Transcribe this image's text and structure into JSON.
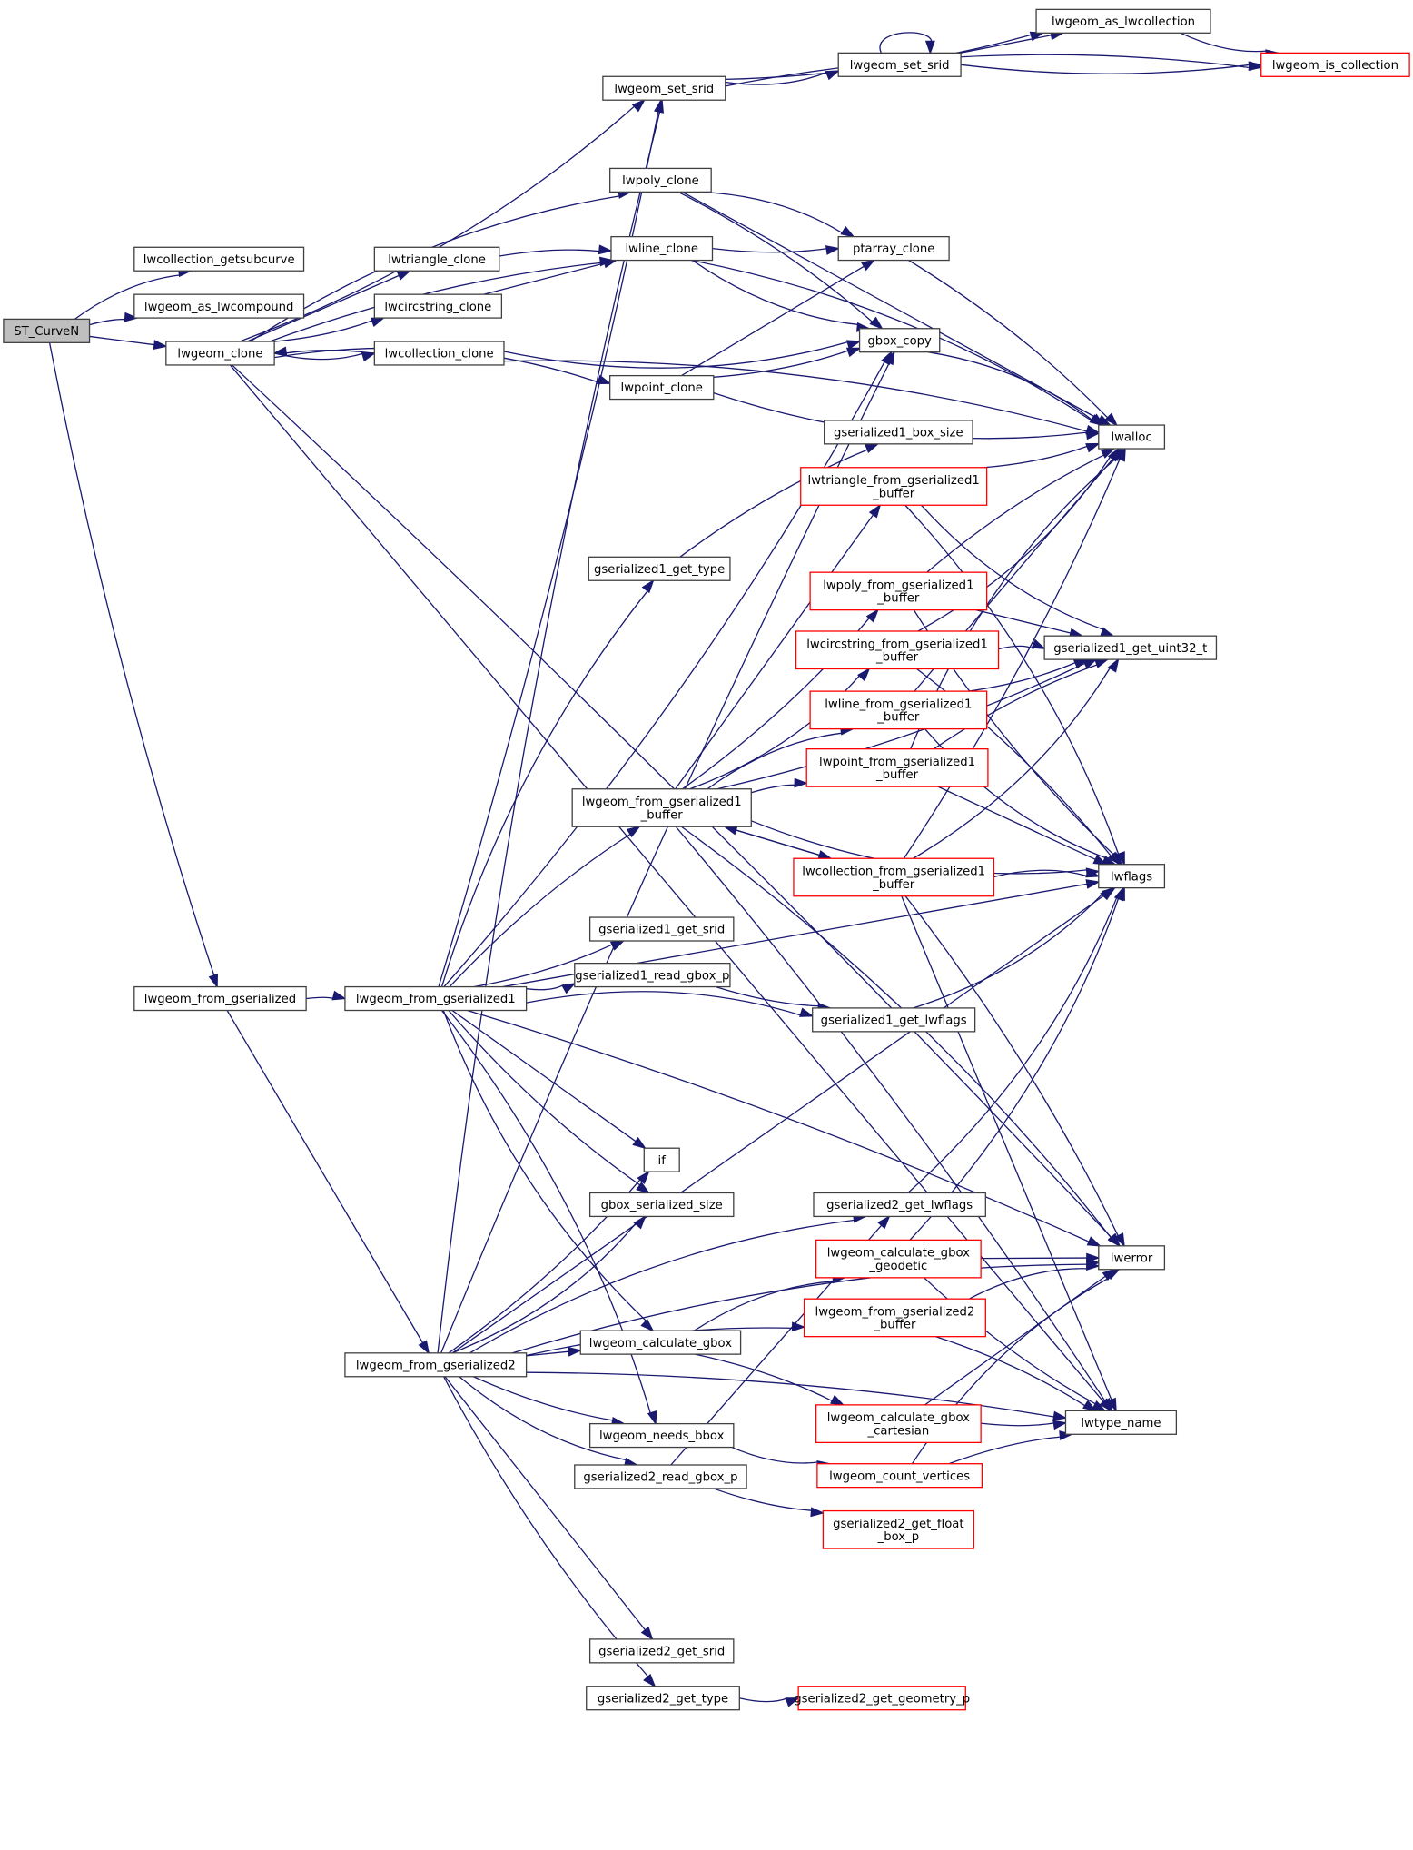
{
  "title": "Call graph for ST_CurveN",
  "colors": {
    "edge": "#191970",
    "node_border": "#404040",
    "truncated_node_border": "#ff0000",
    "root_fill": "#bfbfbf",
    "node_fill": "#ffffff"
  },
  "nodes": [
    {
      "id": "ST_CurveN",
      "label": [
        "ST_CurveN"
      ],
      "style": "root"
    },
    {
      "id": "lwcollection_getsubcurve",
      "label": [
        "lwcollection_getsubcurve"
      ],
      "style": "normal"
    },
    {
      "id": "lwgeom_as_lwcompound",
      "label": [
        "lwgeom_as_lwcompound"
      ],
      "style": "normal"
    },
    {
      "id": "lwgeom_clone",
      "label": [
        "lwgeom_clone"
      ],
      "style": "normal"
    },
    {
      "id": "lwgeom_set_srid_a",
      "label": [
        "lwgeom_set_srid"
      ],
      "style": "normal"
    },
    {
      "id": "lwgeom_as_lwcollection",
      "label": [
        "lwgeom_as_lwcollection"
      ],
      "style": "normal"
    },
    {
      "id": "lwgeom_set_srid_b",
      "label": [
        "lwgeom_set_srid"
      ],
      "style": "normal"
    },
    {
      "id": "lwgeom_is_collection",
      "label": [
        "lwgeom_is_collection"
      ],
      "style": "red"
    },
    {
      "id": "lwpoly_clone",
      "label": [
        "lwpoly_clone"
      ],
      "style": "normal"
    },
    {
      "id": "lwtriangle_clone",
      "label": [
        "lwtriangle_clone"
      ],
      "style": "normal"
    },
    {
      "id": "lwline_clone",
      "label": [
        "lwline_clone"
      ],
      "style": "normal"
    },
    {
      "id": "ptarray_clone",
      "label": [
        "ptarray_clone"
      ],
      "style": "normal"
    },
    {
      "id": "lwcircstring_clone",
      "label": [
        "lwcircstring_clone"
      ],
      "style": "normal"
    },
    {
      "id": "lwcollection_clone",
      "label": [
        "lwcollection_clone"
      ],
      "style": "normal"
    },
    {
      "id": "gbox_copy",
      "label": [
        "gbox_copy"
      ],
      "style": "normal"
    },
    {
      "id": "lwpoint_clone",
      "label": [
        "lwpoint_clone"
      ],
      "style": "normal"
    },
    {
      "id": "lwalloc",
      "label": [
        "lwalloc"
      ],
      "style": "normal"
    },
    {
      "id": "gserialized1_box_size",
      "label": [
        "gserialized1_box_size"
      ],
      "style": "normal"
    },
    {
      "id": "lwtriangle_from_gserialized1_buffer",
      "label": [
        "lwtriangle_from_gserialized1",
        "_buffer"
      ],
      "style": "red"
    },
    {
      "id": "gserialized1_get_type",
      "label": [
        "gserialized1_get_type"
      ],
      "style": "normal"
    },
    {
      "id": "lwpoly_from_gserialized1_buffer",
      "label": [
        "lwpoly_from_gserialized1",
        "_buffer"
      ],
      "style": "red"
    },
    {
      "id": "lwcircstring_from_gserialized1_buffer",
      "label": [
        "lwcircstring_from_gserialized1",
        "_buffer"
      ],
      "style": "red"
    },
    {
      "id": "gserialized1_get_uint32_t",
      "label": [
        "gserialized1_get_uint32_t"
      ],
      "style": "normal"
    },
    {
      "id": "lwline_from_gserialized1_buffer",
      "label": [
        "lwline_from_gserialized1",
        "_buffer"
      ],
      "style": "red"
    },
    {
      "id": "lwpoint_from_gserialized1_buffer",
      "label": [
        "lwpoint_from_gserialized1",
        "_buffer"
      ],
      "style": "red"
    },
    {
      "id": "lwgeom_from_gserialized1_buffer",
      "label": [
        "lwgeom_from_gserialized1",
        "_buffer"
      ],
      "style": "normal"
    },
    {
      "id": "lwcollection_from_gserialized1_buffer",
      "label": [
        "lwcollection_from_gserialized1",
        "_buffer"
      ],
      "style": "red"
    },
    {
      "id": "lwflags",
      "label": [
        "lwflags"
      ],
      "style": "normal"
    },
    {
      "id": "gserialized1_get_srid",
      "label": [
        "gserialized1_get_srid"
      ],
      "style": "normal"
    },
    {
      "id": "gserialized1_read_gbox_p",
      "label": [
        "gserialized1_read_gbox_p"
      ],
      "style": "normal"
    },
    {
      "id": "gserialized1_get_lwflags",
      "label": [
        "gserialized1_get_lwflags"
      ],
      "style": "normal"
    },
    {
      "id": "lwgeom_from_gserialized",
      "label": [
        "lwgeom_from_gserialized"
      ],
      "style": "normal"
    },
    {
      "id": "lwgeom_from_gserialized1",
      "label": [
        "lwgeom_from_gserialized1"
      ],
      "style": "normal"
    },
    {
      "id": "if",
      "label": [
        "if"
      ],
      "style": "normal"
    },
    {
      "id": "gbox_serialized_size",
      "label": [
        "gbox_serialized_size"
      ],
      "style": "normal"
    },
    {
      "id": "gserialized2_get_lwflags",
      "label": [
        "gserialized2_get_lwflags"
      ],
      "style": "normal"
    },
    {
      "id": "lwgeom_calculate_gbox_geodetic",
      "label": [
        "lwgeom_calculate_gbox",
        "_geodetic"
      ],
      "style": "red"
    },
    {
      "id": "lwerror",
      "label": [
        "lwerror"
      ],
      "style": "normal"
    },
    {
      "id": "lwgeom_from_gserialized2_buffer",
      "label": [
        "lwgeom_from_gserialized2",
        "_buffer"
      ],
      "style": "red"
    },
    {
      "id": "lwgeom_calculate_gbox",
      "label": [
        "lwgeom_calculate_gbox"
      ],
      "style": "normal"
    },
    {
      "id": "lwgeom_from_gserialized2",
      "label": [
        "lwgeom_from_gserialized2"
      ],
      "style": "normal"
    },
    {
      "id": "lwgeom_calculate_gbox_cartesian",
      "label": [
        "lwgeom_calculate_gbox",
        "_cartesian"
      ],
      "style": "red"
    },
    {
      "id": "lwtype_name",
      "label": [
        "lwtype_name"
      ],
      "style": "normal"
    },
    {
      "id": "lwgeom_needs_bbox",
      "label": [
        "lwgeom_needs_bbox"
      ],
      "style": "normal"
    },
    {
      "id": "gserialized2_read_gbox_p",
      "label": [
        "gserialized2_read_gbox_p"
      ],
      "style": "normal"
    },
    {
      "id": "lwgeom_count_vertices",
      "label": [
        "lwgeom_count_vertices"
      ],
      "style": "red"
    },
    {
      "id": "gserialized2_get_float_box_p",
      "label": [
        "gserialized2_get_float",
        "_box_p"
      ],
      "style": "red"
    },
    {
      "id": "gserialized2_get_srid",
      "label": [
        "gserialized2_get_srid"
      ],
      "style": "normal"
    },
    {
      "id": "gserialized2_get_type",
      "label": [
        "gserialized2_get_type"
      ],
      "style": "normal"
    },
    {
      "id": "gserialized2_get_geometry_p",
      "label": [
        "gserialized2_get_geometry_p"
      ],
      "style": "red"
    }
  ],
  "edges": [
    [
      "ST_CurveN",
      "lwcollection_getsubcurve"
    ],
    [
      "ST_CurveN",
      "lwgeom_as_lwcompound"
    ],
    [
      "ST_CurveN",
      "lwgeom_clone"
    ],
    [
      "ST_CurveN",
      "lwgeom_from_gserialized"
    ],
    [
      "lwgeom_clone",
      "lwgeom_set_srid_a"
    ],
    [
      "lwgeom_clone",
      "lwpoly_clone"
    ],
    [
      "lwgeom_clone",
      "lwline_clone"
    ],
    [
      "lwgeom_clone",
      "lwtriangle_clone"
    ],
    [
      "lwgeom_clone",
      "lwcircstring_clone"
    ],
    [
      "lwgeom_clone",
      "lwcollection_clone"
    ],
    [
      "lwgeom_clone",
      "lwpoint_clone"
    ],
    [
      "lwgeom_clone",
      "lwerror"
    ],
    [
      "lwgeom_clone",
      "lwtype_name"
    ],
    [
      "lwcollection_clone",
      "lwgeom_clone"
    ],
    [
      "lwcollection_clone",
      "gbox_copy"
    ],
    [
      "lwcollection_clone",
      "lwalloc"
    ],
    [
      "lwtriangle_clone",
      "lwline_clone"
    ],
    [
      "lwcircstring_clone",
      "lwline_clone"
    ],
    [
      "lwgeom_set_srid_a",
      "lwgeom_as_lwcollection"
    ],
    [
      "lwgeom_set_srid_a",
      "lwgeom_set_srid_b"
    ],
    [
      "lwgeom_set_srid_a",
      "lwgeom_is_collection"
    ],
    [
      "lwgeom_set_srid_b",
      "lwgeom_set_srid_b"
    ],
    [
      "lwgeom_set_srid_b",
      "lwgeom_as_lwcollection"
    ],
    [
      "lwgeom_set_srid_b",
      "lwgeom_is_collection"
    ],
    [
      "lwgeom_as_lwcollection",
      "lwgeom_is_collection"
    ],
    [
      "lwpoly_clone",
      "ptarray_clone"
    ],
    [
      "lwpoly_clone",
      "gbox_copy"
    ],
    [
      "lwpoly_clone",
      "lwalloc"
    ],
    [
      "lwline_clone",
      "ptarray_clone"
    ],
    [
      "lwline_clone",
      "gbox_copy"
    ],
    [
      "lwline_clone",
      "lwalloc"
    ],
    [
      "ptarray_clone",
      "lwalloc"
    ],
    [
      "lwpoint_clone",
      "ptarray_clone"
    ],
    [
      "lwpoint_clone",
      "gbox_copy"
    ],
    [
      "lwpoint_clone",
      "lwalloc"
    ],
    [
      "gbox_copy",
      "lwalloc"
    ],
    [
      "lwgeom_from_gserialized",
      "lwgeom_from_gserialized1"
    ],
    [
      "lwgeom_from_gserialized",
      "lwgeom_from_gserialized2"
    ],
    [
      "lwgeom_from_gserialized1",
      "lwgeom_set_srid_a"
    ],
    [
      "lwgeom_from_gserialized1",
      "gbox_copy"
    ],
    [
      "lwgeom_from_gserialized1",
      "gserialized1_get_type"
    ],
    [
      "lwgeom_from_gserialized1",
      "lwgeom_from_gserialized1_buffer"
    ],
    [
      "lwgeom_from_gserialized1",
      "lwflags"
    ],
    [
      "lwgeom_from_gserialized1",
      "gserialized1_get_srid"
    ],
    [
      "lwgeom_from_gserialized1",
      "gserialized1_read_gbox_p"
    ],
    [
      "lwgeom_from_gserialized1",
      "gserialized1_get_lwflags"
    ],
    [
      "lwgeom_from_gserialized1",
      "lwerror"
    ],
    [
      "lwgeom_from_gserialized1",
      "if"
    ],
    [
      "lwgeom_from_gserialized1",
      "gbox_serialized_size"
    ],
    [
      "lwgeom_from_gserialized1",
      "lwgeom_calculate_gbox"
    ],
    [
      "lwgeom_from_gserialized1",
      "lwgeom_needs_bbox"
    ],
    [
      "gserialized1_get_type",
      "gserialized1_box_size"
    ],
    [
      "lwgeom_from_gserialized1_buffer",
      "lwtriangle_from_gserialized1_buffer"
    ],
    [
      "lwgeom_from_gserialized1_buffer",
      "lwpoly_from_gserialized1_buffer"
    ],
    [
      "lwgeom_from_gserialized1_buffer",
      "lwcircstring_from_gserialized1_buffer"
    ],
    [
      "lwgeom_from_gserialized1_buffer",
      "lwline_from_gserialized1_buffer"
    ],
    [
      "lwgeom_from_gserialized1_buffer",
      "lwpoint_from_gserialized1_buffer"
    ],
    [
      "lwgeom_from_gserialized1_buffer",
      "lwcollection_from_gserialized1_buffer"
    ],
    [
      "lwgeom_from_gserialized1_buffer",
      "gserialized1_get_uint32_t"
    ],
    [
      "lwgeom_from_gserialized1_buffer",
      "lwflags"
    ],
    [
      "lwgeom_from_gserialized1_buffer",
      "lwerror"
    ],
    [
      "lwgeom_from_gserialized1_buffer",
      "lwtype_name"
    ],
    [
      "lwcollection_from_gserialized1_buffer",
      "lwgeom_from_gserialized1_buffer"
    ],
    [
      "lwcollection_from_gserialized1_buffer",
      "lwalloc"
    ],
    [
      "lwcollection_from_gserialized1_buffer",
      "gserialized1_get_uint32_t"
    ],
    [
      "lwcollection_from_gserialized1_buffer",
      "lwflags"
    ],
    [
      "lwcollection_from_gserialized1_buffer",
      "lwerror"
    ],
    [
      "lwcollection_from_gserialized1_buffer",
      "lwtype_name"
    ],
    [
      "lwtriangle_from_gserialized1_buffer",
      "lwalloc"
    ],
    [
      "lwtriangle_from_gserialized1_buffer",
      "gserialized1_get_uint32_t"
    ],
    [
      "lwtriangle_from_gserialized1_buffer",
      "lwflags"
    ],
    [
      "lwpoly_from_gserialized1_buffer",
      "lwalloc"
    ],
    [
      "lwpoly_from_gserialized1_buffer",
      "gserialized1_get_uint32_t"
    ],
    [
      "lwpoly_from_gserialized1_buffer",
      "lwflags"
    ],
    [
      "lwcircstring_from_gserialized1_buffer",
      "lwalloc"
    ],
    [
      "lwcircstring_from_gserialized1_buffer",
      "gserialized1_get_uint32_t"
    ],
    [
      "lwcircstring_from_gserialized1_buffer",
      "lwflags"
    ],
    [
      "lwline_from_gserialized1_buffer",
      "lwalloc"
    ],
    [
      "lwline_from_gserialized1_buffer",
      "gserialized1_get_uint32_t"
    ],
    [
      "lwline_from_gserialized1_buffer",
      "lwflags"
    ],
    [
      "lwpoint_from_gserialized1_buffer",
      "lwalloc"
    ],
    [
      "lwpoint_from_gserialized1_buffer",
      "gserialized1_get_uint32_t"
    ],
    [
      "lwpoint_from_gserialized1_buffer",
      "lwflags"
    ],
    [
      "gserialized1_read_gbox_p",
      "gserialized1_get_lwflags"
    ],
    [
      "gserialized1_get_lwflags",
      "lwflags"
    ],
    [
      "lwgeom_from_gserialized2",
      "lwgeom_set_srid_a"
    ],
    [
      "lwgeom_from_gserialized2",
      "gbox_copy"
    ],
    [
      "lwgeom_from_gserialized2",
      "lwflags"
    ],
    [
      "lwgeom_from_gserialized2",
      "if"
    ],
    [
      "lwgeom_from_gserialized2",
      "gbox_serialized_size"
    ],
    [
      "lwgeom_from_gserialized2",
      "gserialized2_get_lwflags"
    ],
    [
      "lwgeom_from_gserialized2",
      "lwgeom_from_gserialized2_buffer"
    ],
    [
      "lwgeom_from_gserialized2",
      "lwgeom_calculate_gbox"
    ],
    [
      "lwgeom_from_gserialized2",
      "lwgeom_needs_bbox"
    ],
    [
      "lwgeom_from_gserialized2",
      "gserialized2_read_gbox_p"
    ],
    [
      "lwgeom_from_gserialized2",
      "lwerror"
    ],
    [
      "lwgeom_from_gserialized2",
      "lwtype_name"
    ],
    [
      "lwgeom_from_gserialized2",
      "gserialized2_get_srid"
    ],
    [
      "lwgeom_from_gserialized2",
      "gserialized2_get_type"
    ],
    [
      "gserialized2_get_lwflags",
      "lwflags"
    ],
    [
      "lwgeom_calculate_gbox",
      "lwgeom_calculate_gbox_geodetic"
    ],
    [
      "lwgeom_calculate_gbox",
      "lwgeom_calculate_gbox_cartesian"
    ],
    [
      "lwgeom_calculate_gbox_geodetic",
      "lwerror"
    ],
    [
      "lwgeom_calculate_gbox_geodetic",
      "lwtype_name"
    ],
    [
      "lwgeom_calculate_gbox_geodetic",
      "lwflags"
    ],
    [
      "lwgeom_from_gserialized2_buffer",
      "lwerror"
    ],
    [
      "lwgeom_from_gserialized2_buffer",
      "lwtype_name"
    ],
    [
      "lwgeom_calculate_gbox_cartesian",
      "lwerror"
    ],
    [
      "lwgeom_calculate_gbox_cartesian",
      "lwtype_name"
    ],
    [
      "lwgeom_needs_bbox",
      "lwgeom_count_vertices"
    ],
    [
      "lwgeom_count_vertices",
      "lwerror"
    ],
    [
      "lwgeom_count_vertices",
      "lwtype_name"
    ],
    [
      "gserialized2_read_gbox_p",
      "gserialized2_get_lwflags"
    ],
    [
      "gserialized2_read_gbox_p",
      "gserialized2_get_float_box_p"
    ],
    [
      "gserialized2_get_type",
      "gserialized2_get_geometry_p"
    ]
  ]
}
